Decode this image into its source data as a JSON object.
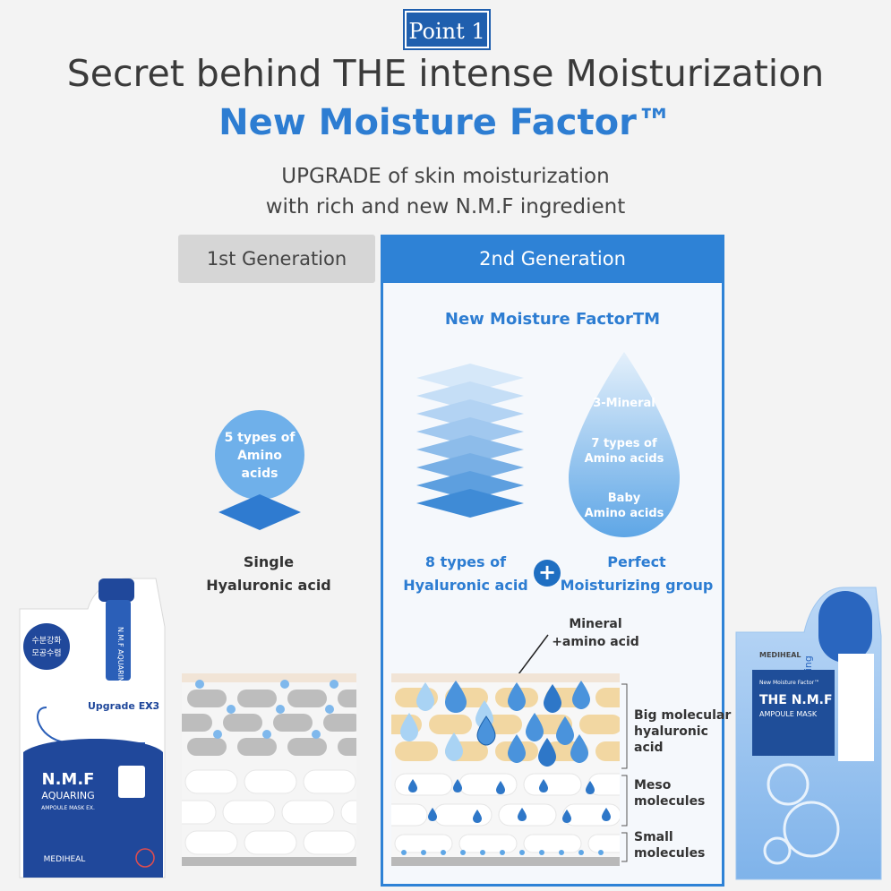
{
  "header": {
    "badge": "Point 1",
    "headline": "Secret behind THE intense Moisturization",
    "product_line": "New Moisture Factor™",
    "tagline_1": "UPGRADE of skin moisturization",
    "tagline_2": "with rich and new N.M.F ingredient"
  },
  "generations": {
    "first": {
      "tab_label": "1st Generation",
      "circle_line_1": "5 types of",
      "circle_line_2": "Amino",
      "circle_line_3": "acids",
      "label_1": "Single",
      "label_2": "Hyaluronic acid"
    },
    "second": {
      "tab_label": "2nd Generation",
      "heading": "New Moisture FactorTM",
      "drop_mineral": "3-Mineral",
      "drop_amino_1": "7 types of",
      "drop_amino_2": "Amino acids",
      "drop_baby_1": "Baby",
      "drop_baby_2": "Amino acids",
      "hyaluronic_1": "8 types of",
      "hyaluronic_2": "Hyaluronic acid",
      "plus": "+",
      "moist_1": "Perfect",
      "moist_2": "Moisturizing group",
      "mineral_callout_1": "Mineral",
      "mineral_callout_2": "+amino acid"
    }
  },
  "skin_layers": {
    "big_1": "Big molecular",
    "big_2": "hyaluronic",
    "big_3": "acid",
    "meso_1": "Meso",
    "meso_2": "molecules",
    "small_1": "Small",
    "small_2": "molecules"
  },
  "left_pack": {
    "tag_1": "수분강화",
    "tag_2": "모공수렴",
    "upgrade": "Upgrade EX.",
    "times": "X3",
    "brand_side": "N.M.F AQUARING",
    "title": "N.M.F",
    "sub_1": "AQUARING",
    "sub_2": "AMPOULE MASK EX.",
    "brand": "MEDIHEAL"
  },
  "right_pack": {
    "brand": "MEDIHEAL",
    "top_line": "New Moisture Factor™",
    "title": "THE N.M.F",
    "sub": "AMPOULE MASK",
    "side": "moisturizing"
  },
  "colors": {
    "accent": "#2d7dd2",
    "panel_border": "#2e82d6",
    "badge_bg": "#1f5fae",
    "gray_tab": "#d6d6d6"
  }
}
